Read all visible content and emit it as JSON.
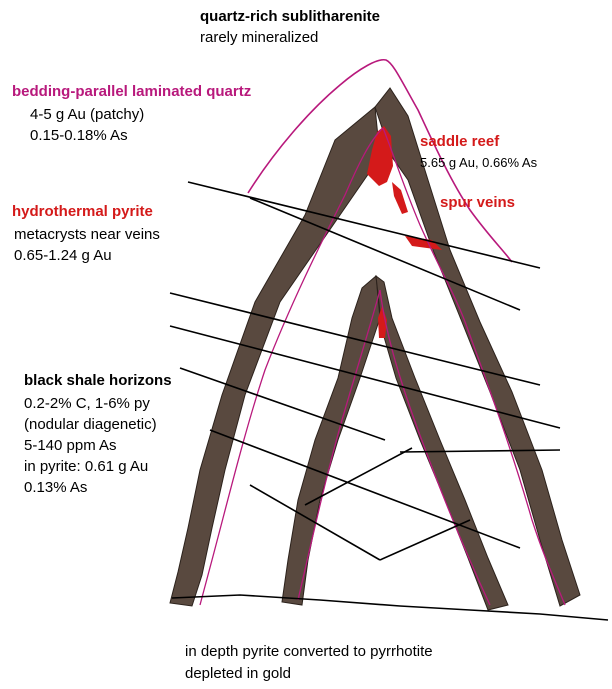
{
  "colors": {
    "bed_fill": "#59493f",
    "bed_stroke": "#2c221c",
    "magenta": "#b8197c",
    "red": "#d41a1a",
    "fault": "#000000",
    "text": "#000000"
  },
  "labels": {
    "title": "quartz-rich sublitharenite",
    "subtitle": "rarely mineralized",
    "bedding_quartz": {
      "heading": "bedding-parallel laminated quartz",
      "line1": "4-5 g Au (patchy)",
      "line2": "0.15-0.18% As"
    },
    "saddle_reef": {
      "heading": "saddle reef",
      "line1": "5.65 g Au, 0.66% As"
    },
    "spur_veins": "spur veins",
    "hydrothermal_pyrite": {
      "heading": "hydrothermal pyrite",
      "line1": "metacrysts near veins",
      "line2": "0.65-1.24 g Au"
    },
    "black_shale": {
      "heading": "black shale horizons",
      "lines": [
        "0.2-2% C, 1-6% py",
        "(nodular diagenetic)",
        "5-140 ppm As",
        "in pyrite: 0.61 g Au",
        "0.13% As"
      ]
    },
    "depth_note": {
      "line1": "in depth pyrite converted to pyrrhotite",
      "line2": "depleted in gold"
    }
  }
}
